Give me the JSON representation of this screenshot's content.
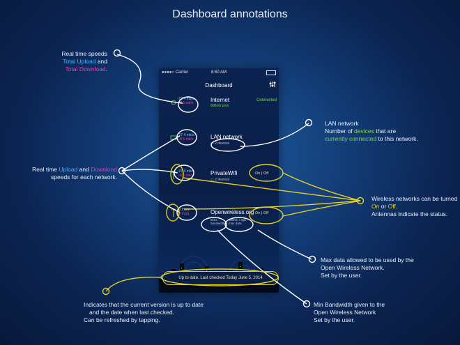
{
  "title": "Dashboard annotations",
  "phone": {
    "carrier": "●●●●○ Carrier",
    "time": "8:50 AM",
    "screen_title": "Dashboard",
    "networks": [
      {
        "name": "Internet",
        "speed_up": "27.4",
        "speed_down": "-8.5",
        "unit": "mb/s",
        "sub": "800mb pmo",
        "status": "Connected"
      },
      {
        "name": "LAN network",
        "speed_up": "27.4",
        "speed_down": "-8.5",
        "unit": "mb/s",
        "sub": "2 devices"
      },
      {
        "name": "PrivateWifi",
        "speed_up": "27.4",
        "speed_down": "-8.5",
        "unit": "mb/s",
        "sub": "2 devices",
        "toggle": "On | Off"
      },
      {
        "name": "Openwireless.org",
        "speed_up": "0",
        "speed_down": "0",
        "unit": "mb/s",
        "sub_left": "5kbs",
        "sub_left2": "bandwidth",
        "sub_right": "100mb / 8gb",
        "sub_right2": "max data",
        "toggle": "On | Off"
      }
    ],
    "update_status": "Up to date. Last checked Today June 5, 2014"
  },
  "annotations": {
    "realtime_total": {
      "line1": "Real time speeds",
      "upload": "Total Upload",
      "and": " and",
      "download": "Total Download",
      "end": "."
    },
    "realtime_each": {
      "prefix": "Real time ",
      "upload": "Upload",
      "and": " and ",
      "download": "Download",
      "line2": "speeds for each network."
    },
    "lan": {
      "line1": "LAN network",
      "line2a": "Number of ",
      "devices": "devices",
      "line2b": " that are",
      "connected": "currently connected",
      "line3b": " to this network."
    },
    "wireless": {
      "line1": "Wireless networks can be turned",
      "on": "On",
      "or": " or ",
      "off": "Off",
      "end": ".",
      "line3": "Antennas indicate the status."
    },
    "maxdata": {
      "line1": "Max data allowed to be used by the",
      "line2": "Open Wireless Network.",
      "line3": "Set by the user."
    },
    "minbw": {
      "line1": "Min Bandwidth given to the",
      "line2": "Open Wireless Network",
      "line3": "Set by the user."
    },
    "update": {
      "line1": "Indicates that the current version is up to date",
      "line2": "and the date when last checked.",
      "line3": "Can be refreshed by tapping."
    }
  }
}
